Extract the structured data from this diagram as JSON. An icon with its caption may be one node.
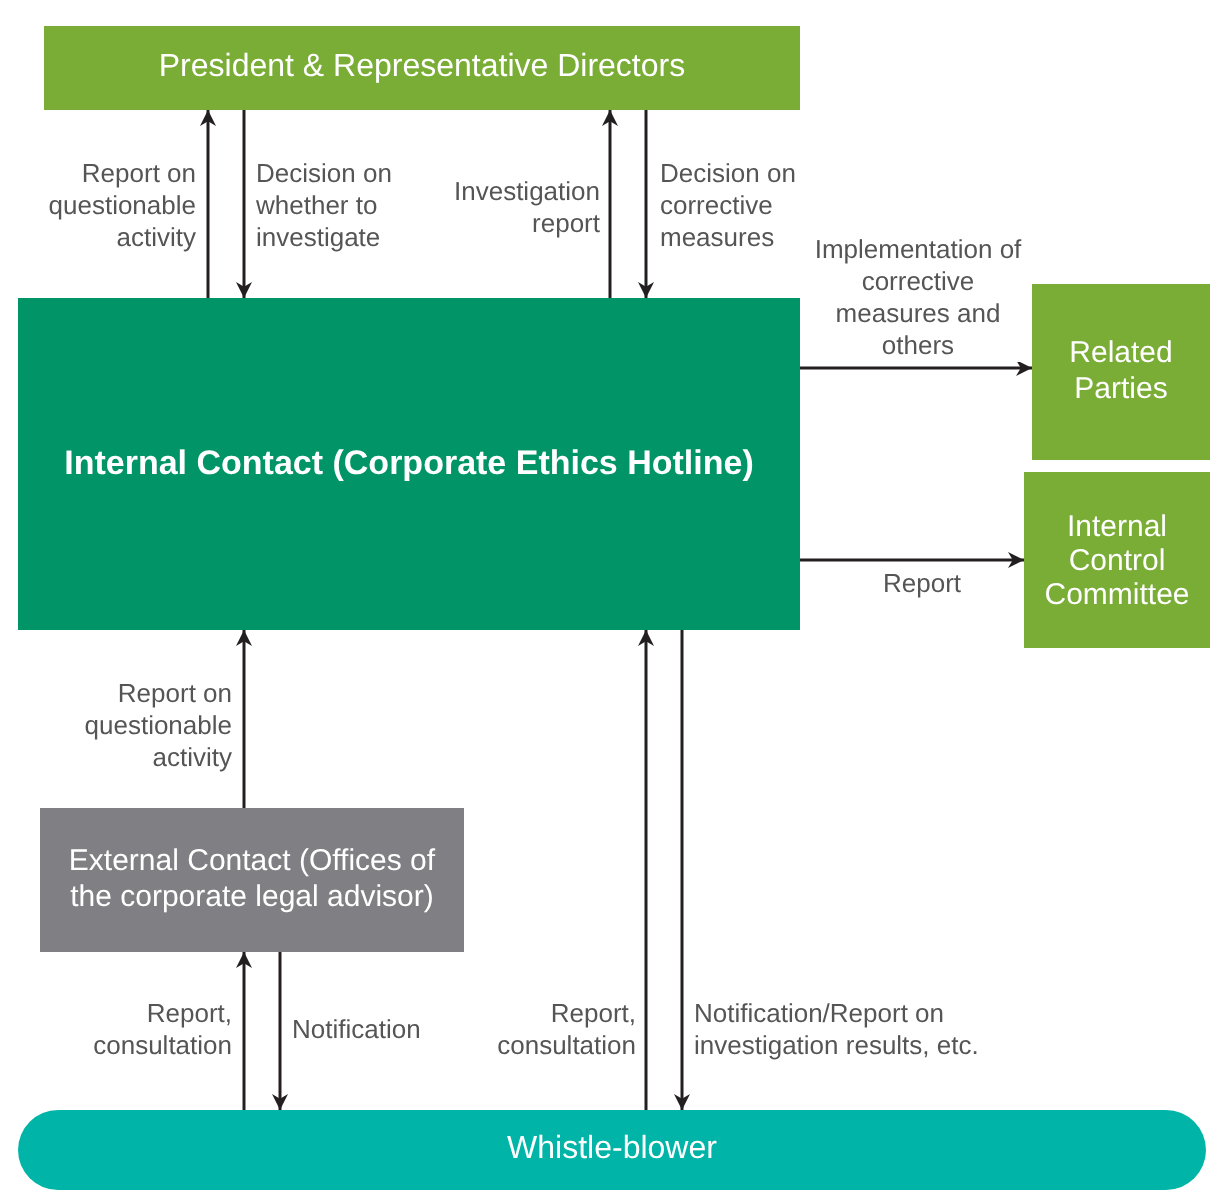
{
  "diagram": {
    "nodes": [
      {
        "text": [
          "President & Representative Directors"
        ]
      },
      {
        "text": [
          "Internal Contact (Corporate Ethics Hotline)"
        ]
      },
      {
        "text": [
          "Related Parties"
        ]
      },
      {
        "text": [
          "Internal Control Committee"
        ]
      },
      {
        "text": [
          "External Contact (Offices of the corporate legal advisor)"
        ]
      },
      {
        "text": [
          "Whistle-blower"
        ]
      }
    ],
    "edges": [
      {
        "from": 1,
        "to": 0,
        "arrow": "to",
        "label": "Report on questionable activity"
      },
      {
        "from": 0,
        "to": 1,
        "arrow": "to",
        "label": "Decision on whether to investigate"
      },
      {
        "from": 1,
        "to": 0,
        "arrow": "to",
        "label": "Investigation report"
      },
      {
        "from": 0,
        "to": 1,
        "arrow": "to",
        "label": "Decision on corrective measures"
      },
      {
        "from": 1,
        "to": 2,
        "arrow": "to",
        "label": "Implementation of corrective measures and others"
      },
      {
        "from": 1,
        "to": 3,
        "arrow": "to",
        "label": "Report"
      },
      {
        "from": 4,
        "to": 1,
        "arrow": "to",
        "label": "Report on questionable activity"
      },
      {
        "from": 5,
        "to": 4,
        "arrow": "to",
        "label": "Report, consultation"
      },
      {
        "from": 4,
        "to": 5,
        "arrow": "to",
        "label": "Notification"
      },
      {
        "from": 5,
        "to": 1,
        "arrow": "to",
        "label": "Report, consultation"
      },
      {
        "from": 1,
        "to": 5,
        "arrow": "to",
        "label": "Notification/Report on investigation results, etc."
      }
    ]
  }
}
